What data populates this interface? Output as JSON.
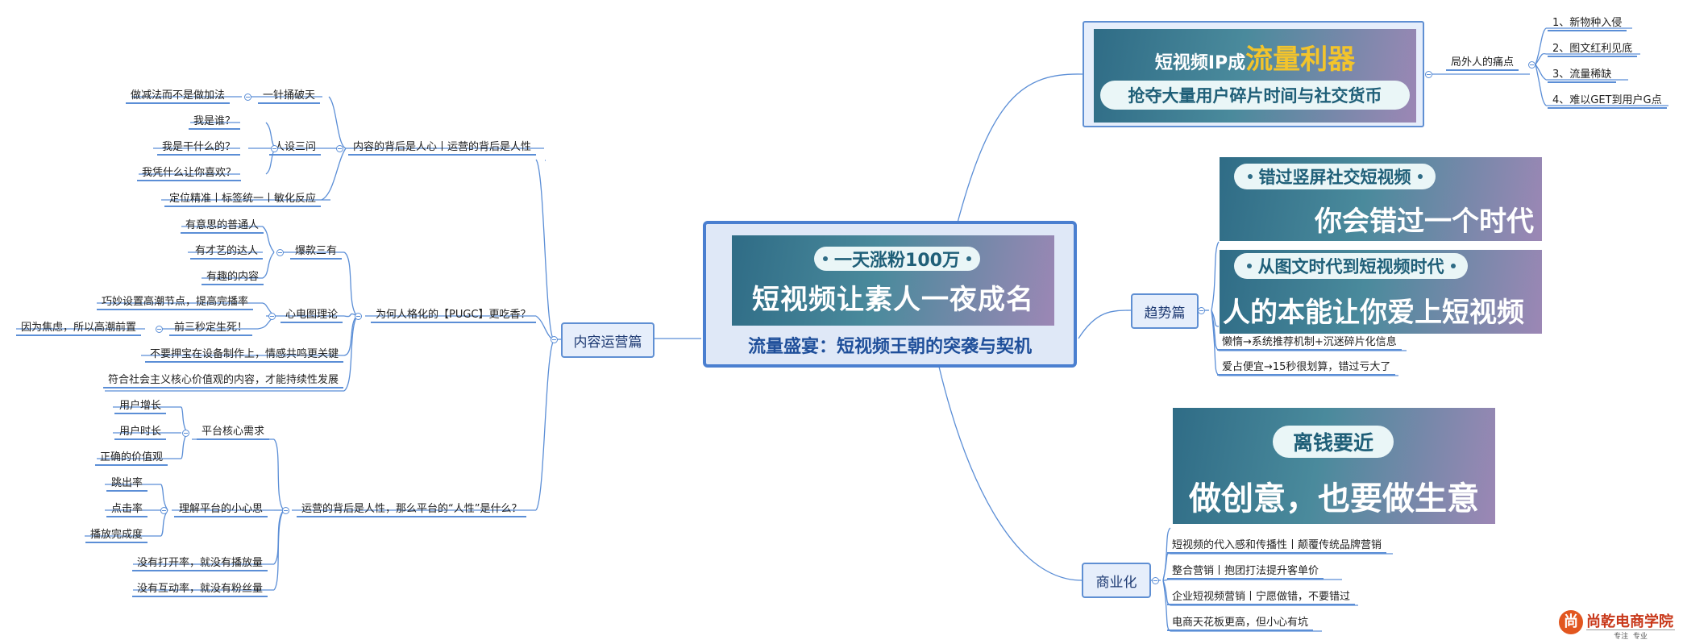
{
  "center": {
    "pill": "一天涨粉100万",
    "headline": "短视频让素人一夜成名",
    "subtitle": "流量盛宴：短视频王朝的突袭与契机"
  },
  "left": {
    "main": "内容运营篇",
    "groups": [
      {
        "label": "内容的背后是人心丨运营的背后是人性",
        "subs": [
          {
            "label": "一针捅破天",
            "leaves": [
              "做减法而不是做加法"
            ]
          },
          {
            "label": "人设三问",
            "leaves": [
              "我是谁？",
              "我是干什么的？",
              "我凭什么让你喜欢？"
            ]
          },
          {
            "label": "定位精准丨标签统一丨敏化反应",
            "leaves": []
          }
        ]
      },
      {
        "label": "为何人格化的【PUGC】更吃香？",
        "subs": [
          {
            "label": "爆款三有",
            "leaves": [
              "有意思的普通人",
              "有才艺的达人",
              "有趣的内容"
            ]
          },
          {
            "label": "心电图理论",
            "leaves": [
              "巧妙设置高潮节点，提高完播率"
            ],
            "sub": {
              "label": "前三秒定生死！",
              "leaves": [
                "因为焦虑，所以高潮前置"
              ]
            }
          },
          {
            "label": "不要押宝在设备制作上，情感共鸣更关键",
            "leaves": []
          },
          {
            "label": "符合社会主义核心价值观的内容，才能持续性发展",
            "leaves": []
          }
        ]
      },
      {
        "label": "运营的背后是人性，那么平台的“人性”是什么？",
        "subs": [
          {
            "label": "平台核心需求",
            "leaves": [
              "用户增长",
              "用户时长",
              "正确的价值观"
            ]
          },
          {
            "label": "理解平台的小心思",
            "leaves": [
              "跳出率",
              "点击率",
              "播放完成度"
            ]
          },
          {
            "label": "没有打开率，就没有播放量",
            "leaves": []
          },
          {
            "label": "没有互动率，就没有粉丝量",
            "leaves": []
          }
        ]
      }
    ]
  },
  "right": {
    "ip": {
      "title_a": "短视频IP成",
      "title_b": "流量利器",
      "pill": "抢夺大量用户碎片时间与社交货币",
      "sub_label": "局外人的痛点",
      "leaves": [
        "1、新物种入侵",
        "2、图文红利见底",
        "3、流量稀缺",
        "4、难以GET到用户G点"
      ]
    },
    "trend": {
      "main": "趋势篇",
      "banner1_pill": "错过竖屏社交短视频",
      "banner1_big": "你会错过一个时代",
      "banner2_pill": "从图文时代到短视频时代",
      "banner2_big": "人的本能让你爱上短视频",
      "leaves": [
        "懒惰→系统推荐机制+沉迷碎片化信息",
        "爱占便宜→15秒很划算，错过亏大了"
      ]
    },
    "biz": {
      "main": "商业化",
      "banner_pill": "离钱要近",
      "banner_big": "做创意，也要做生意",
      "leaves": [
        "短视频的代入感和传播性丨颠覆传统品牌营销",
        "整合营销丨抱团打法提升客单价",
        "企业短视频营销丨宁愿做错，不要错过",
        "电商天花板更高，但小心有坑"
      ]
    }
  },
  "logo": {
    "name": "尚乾电商学院",
    "slogan": "专注  专业"
  },
  "colors": {
    "line": "#5b8ed6",
    "node_border": "#5f8fd3",
    "banner_start": "#2f6c86",
    "banner_end": "#9c87b5",
    "accent_yellow": "#f3c42b"
  }
}
